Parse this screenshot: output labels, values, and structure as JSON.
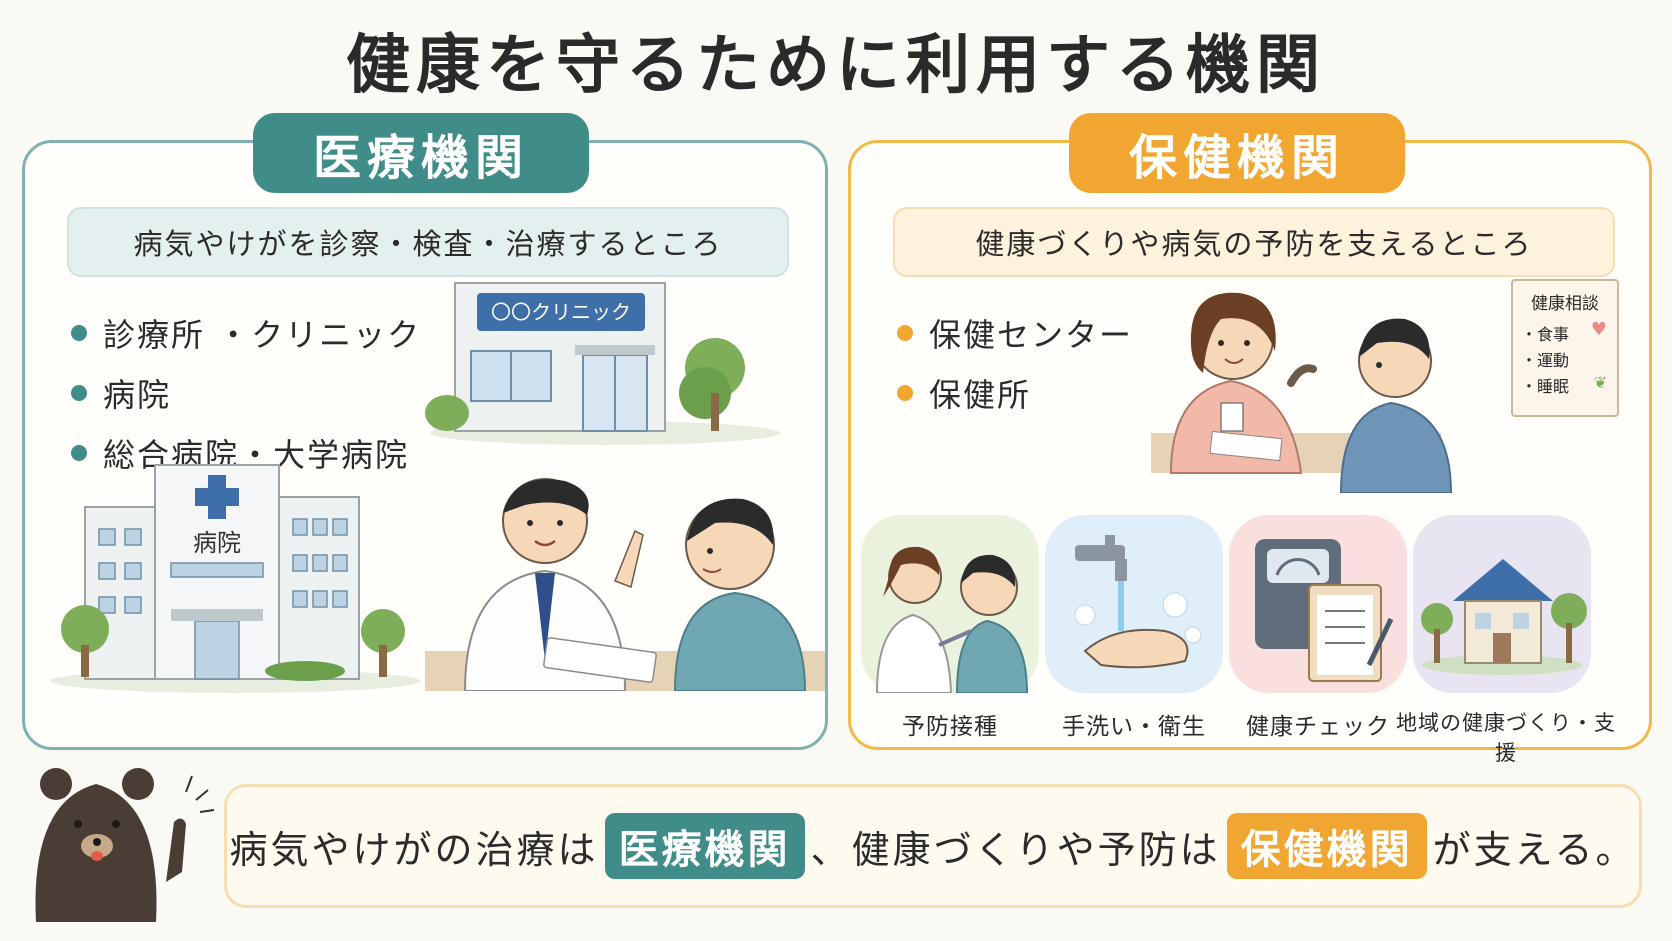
{
  "title": "健康を守るために利用する機関",
  "medical": {
    "tag": "医療機関",
    "description": "病気やけがを診察・検査・治療するところ",
    "items": [
      "診療所 ・クリニック",
      "病院",
      "総合病院・大学病院"
    ],
    "clinic_sign": "〇〇クリニック",
    "hospital_sign": "病院"
  },
  "health": {
    "tag": "保健機関",
    "description": "健康づくりや病気の予防を支えるところ",
    "items": [
      "保健センター",
      "保健所"
    ],
    "poster": {
      "title": "健康相談",
      "lines": [
        "・食事",
        "・運動",
        "・睡眠"
      ]
    },
    "activities": [
      "予防接種",
      "手洗い・衛生",
      "健康チェック",
      "地域の健康づくり・支援"
    ]
  },
  "summary": {
    "part1": "病気やけがの治療は",
    "highlight1": "医療機関",
    "part2": "、健康づくりや予防は",
    "highlight2": "保健機関",
    "part3": "が支える。"
  },
  "colors": {
    "medical_accent": "#3f8c88",
    "health_accent": "#f0a630"
  }
}
